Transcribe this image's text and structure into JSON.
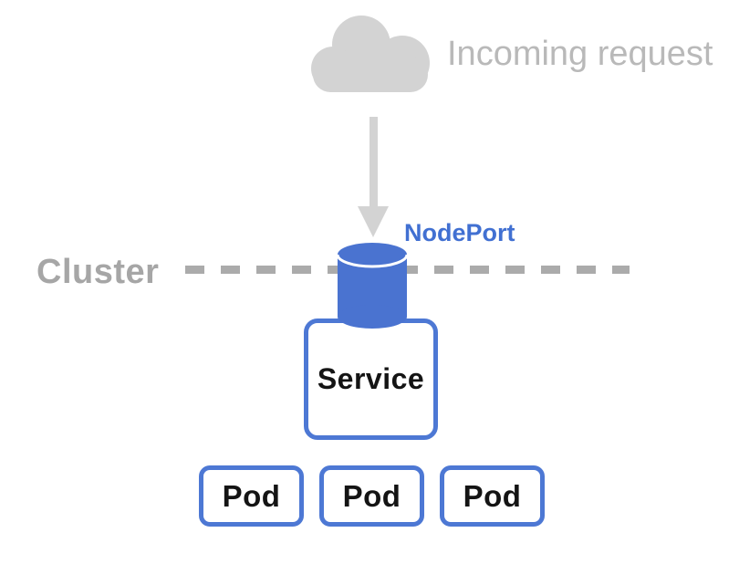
{
  "labels": {
    "incoming_request": "Incoming request",
    "nodeport": "NodePort",
    "cluster": "Cluster",
    "service": "Service"
  },
  "pods": [
    {
      "label": "Pod"
    },
    {
      "label": "Pod"
    },
    {
      "label": "Pod"
    }
  ],
  "icons": {
    "cloud": "cloud-icon",
    "arrow": "down-arrow-icon",
    "cylinder": "nodeport-cylinder-icon"
  },
  "colors": {
    "accent_blue": "#4d78d4",
    "cylinder_blue": "#4a73d0",
    "nodeport_text_blue": "#4170d2",
    "shape_gray": "#d3d3d3",
    "incoming_text_gray": "#b9b9b9",
    "cluster_text_gray": "#a6a6a6",
    "dash_gray": "#ababab",
    "box_text": "#141414",
    "background": "#ffffff"
  }
}
